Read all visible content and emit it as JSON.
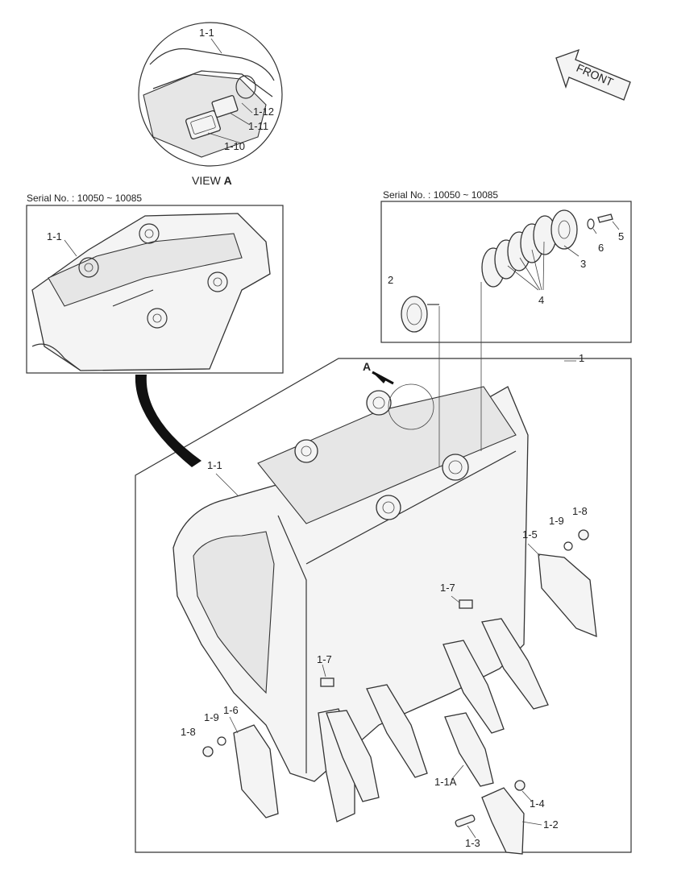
{
  "view": {
    "label": "VIEW",
    "letter": "A"
  },
  "front_label": "FRONT",
  "serial_left": "Serial No. : 10050 ~ 10085",
  "serial_right": "Serial No. : 10050 ~ 10085",
  "arrow_a": "A",
  "labels": {
    "view_1_1": "1-1",
    "view_1_12": "1-12",
    "view_1_11": "1-11",
    "view_1_10": "1-10",
    "inset_1_1": "1-1",
    "part_2": "2",
    "part_3": "3",
    "part_4": "4",
    "part_5": "5",
    "part_6": "6",
    "part_1": "1",
    "main_1_1": "1-1",
    "part_1_9_right": "1-9",
    "part_1_8_right": "1-8",
    "part_1_5": "1-5",
    "part_1_7_upper": "1-7",
    "part_1_7_lower": "1-7",
    "part_1_9_left": "1-9",
    "part_1_6": "1-6",
    "part_1_8_left": "1-8",
    "part_1_1A": "1-1A",
    "part_1_4": "1-4",
    "part_1_2": "1-2",
    "part_1_3": "1-3"
  }
}
